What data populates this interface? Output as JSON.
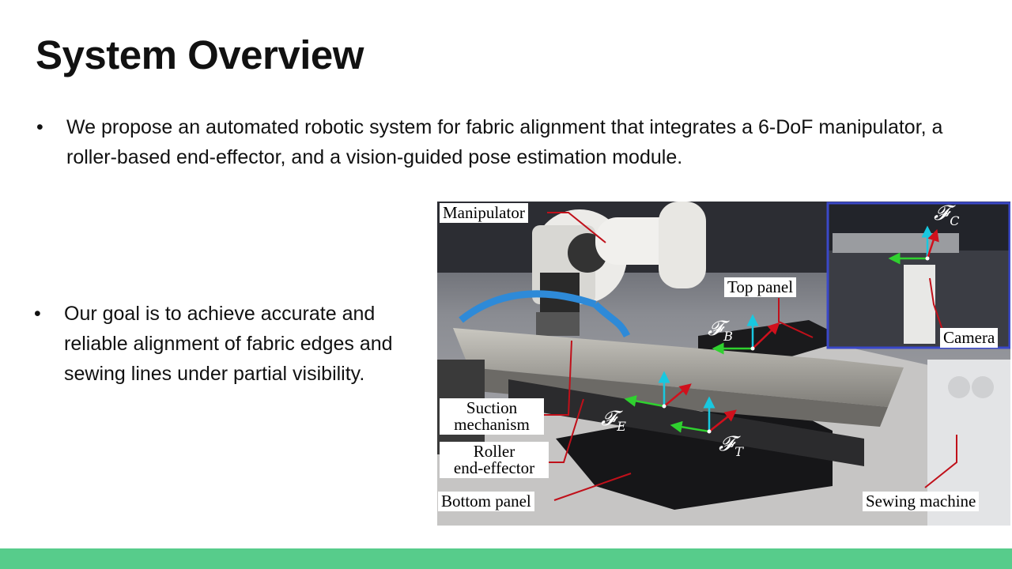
{
  "slide": {
    "title": "System Overview",
    "bullet_symbol": "•",
    "bullets": [
      "We propose an automated robotic system for fabric alignment that integrates a 6-DoF manipulator, a roller-based end-effector, and a vision-guided pose estimation module.",
      "Our goal is to achieve accurate and reliable alignment of fabric edges and sewing lines under partial visibility."
    ]
  },
  "figure": {
    "labels": {
      "manipulator": "Manipulator",
      "top_panel": "Top panel",
      "camera": "Camera",
      "suction_1": "Suction",
      "suction_2": "mechanism",
      "roller_1": "Roller",
      "roller_2": "end-effector",
      "bottom_panel": "Bottom panel",
      "sewing_machine": "Sewing machine"
    },
    "frames": {
      "c": {
        "symbol": "𝓕",
        "sub": "C"
      },
      "b": {
        "symbol": "𝓕",
        "sub": "B"
      },
      "e": {
        "symbol": "𝓕",
        "sub": "E"
      },
      "t": {
        "symbol": "𝓕",
        "sub": "T"
      }
    },
    "colors": {
      "x_axis": "#d0101c",
      "y_axis": "#2fd12f",
      "z_axis": "#18c8e0",
      "callout": "#c0101a",
      "inset_border": "#3a48c8"
    }
  },
  "footer": {
    "bar_color": "#57cc8b"
  }
}
